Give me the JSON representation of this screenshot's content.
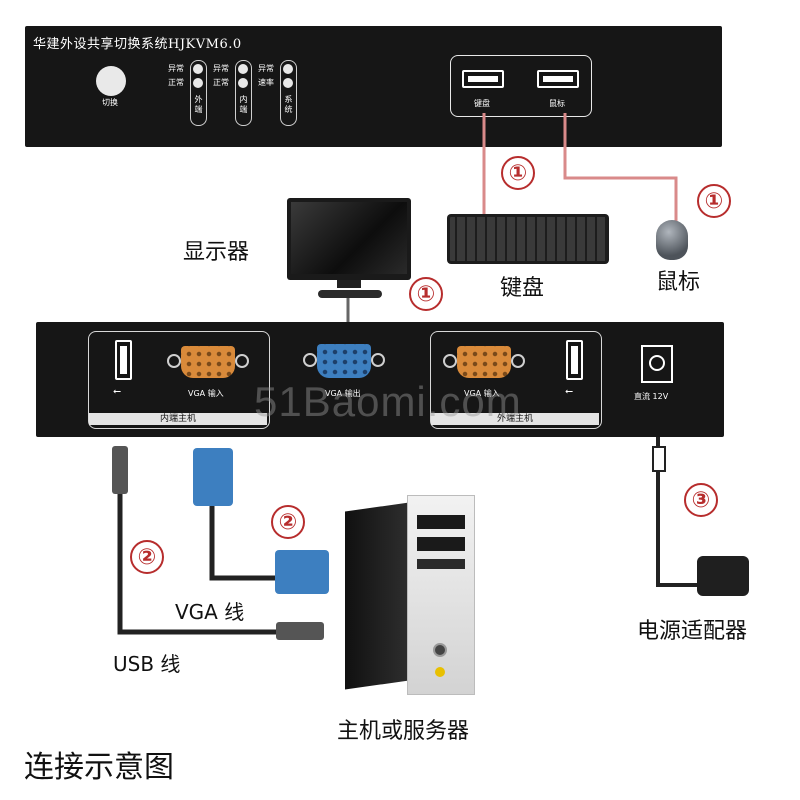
{
  "top_device": {
    "title": "华建外设共享切换系统HJKVM6.0",
    "switch_label": "切换",
    "status_groups": [
      {
        "top": "异常",
        "bottom": "正常",
        "name": "外端"
      },
      {
        "top": "异常",
        "bottom": "正常",
        "name": "内端"
      },
      {
        "top": "异常",
        "bottom": "速率",
        "name": "系统"
      }
    ],
    "ports": [
      "键盘",
      "鼠标"
    ]
  },
  "bottom_device": {
    "section_inner": "内端主机",
    "section_outer": "外端主机",
    "vga_in_left": "VGA 输入",
    "vga_out": "VGA 输出",
    "vga_in_right": "VGA 输入",
    "power": "直流 12V",
    "usb_symbol": "⭠",
    "watermark": "51Baomi.com"
  },
  "labels": {
    "monitor": "显示器",
    "keyboard": "键盘",
    "mouse": "鼠标",
    "vga_cable": "VGA 线",
    "usb_cable": "USB 线",
    "host": "主机或服务器",
    "power_adapter": "电源适配器",
    "caption": "连接示意图"
  },
  "markers": {
    "kb": "①",
    "mouse": "①",
    "monitor": "①",
    "vga": "②",
    "usb": "②",
    "power": "③"
  },
  "colors": {
    "device": "#161616",
    "marker": "#b72d2d",
    "cable_red": "#d98a8a",
    "vga_orange": "#d98a3a",
    "vga_blue": "#3d7fc0"
  }
}
